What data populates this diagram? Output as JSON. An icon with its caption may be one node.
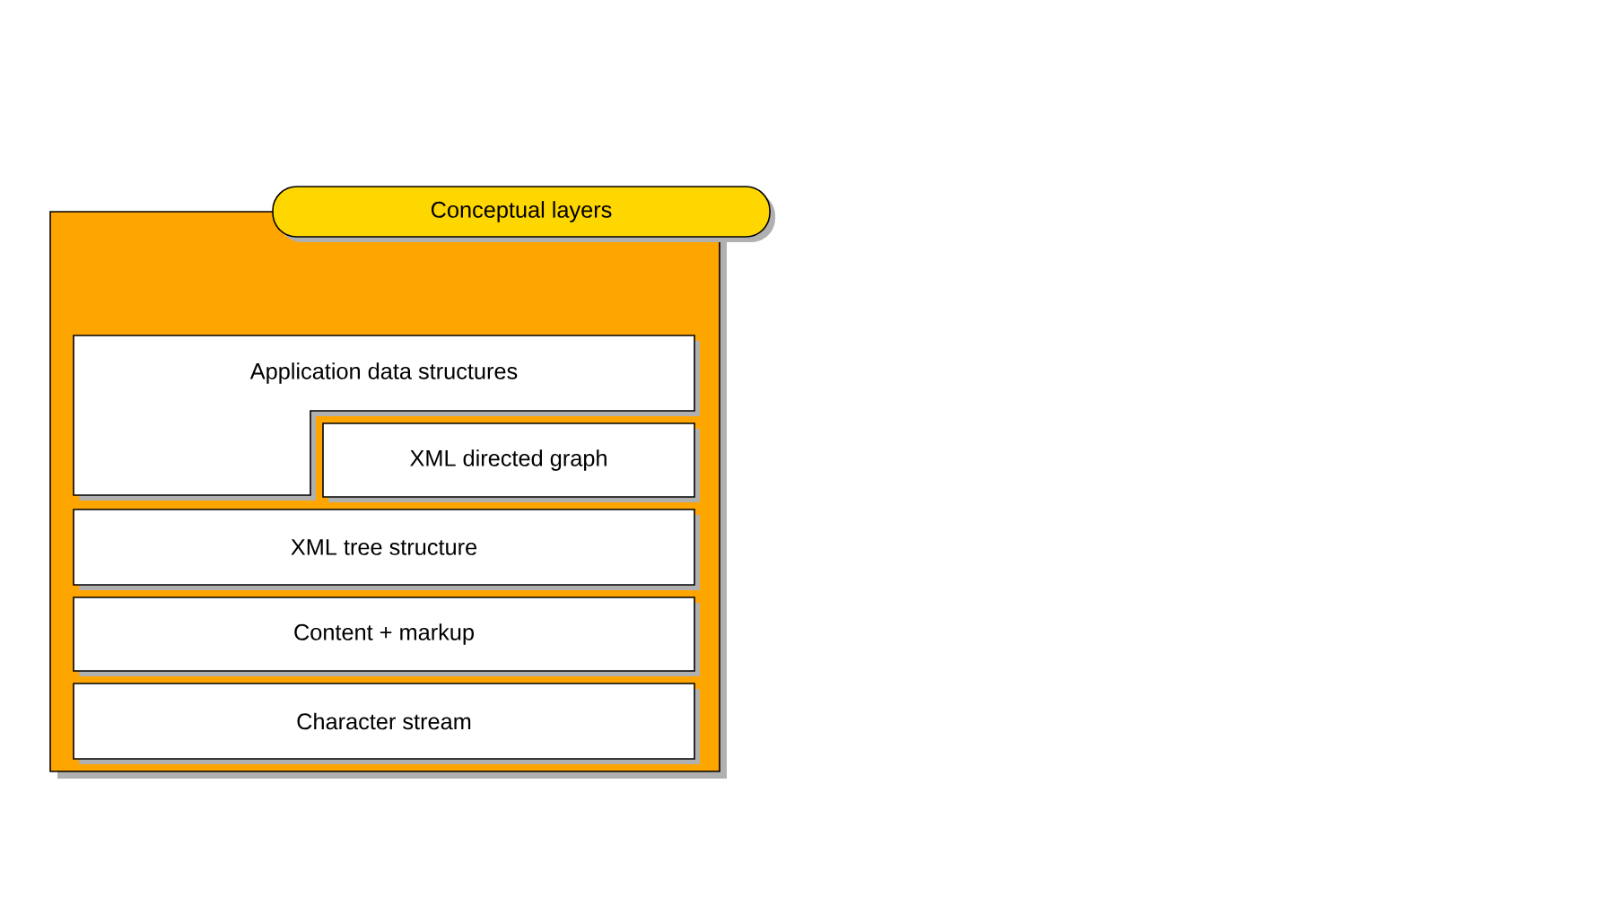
{
  "diagram": {
    "nodes": [
      {
        "text": [
          "Conceptual layers"
        ]
      },
      {
        "text": [
          "Application data structures"
        ],
        "in": 0
      },
      {
        "text": [
          "XML directed graph"
        ],
        "in": 0
      },
      {
        "text": [
          "XML tree structure"
        ],
        "in": 0
      },
      {
        "text": [
          "Content + markup"
        ],
        "in": 0
      },
      {
        "text": [
          "Character stream"
        ],
        "in": 0
      }
    ]
  }
}
